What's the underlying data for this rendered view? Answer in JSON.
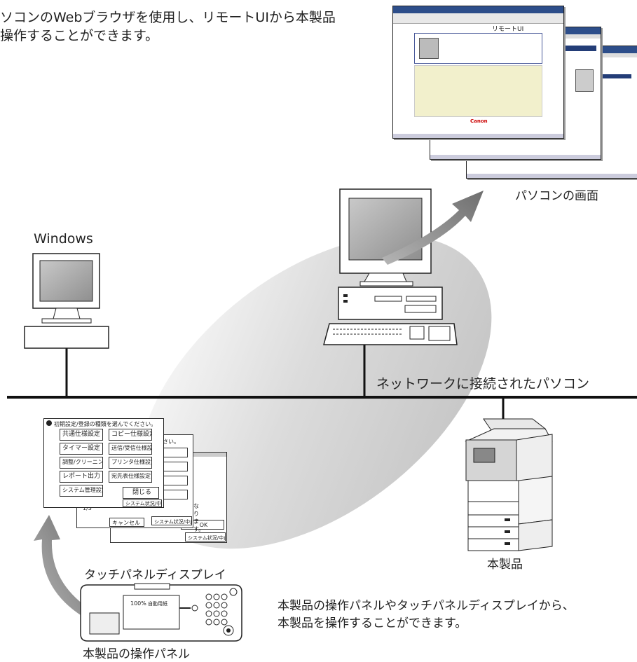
{
  "intro": {
    "line1": "ソコンのWebブラウザを使用し、リモートUIから本製品",
    "line2": "操作することができます。"
  },
  "labels": {
    "pc_screen": "パソコンの画面",
    "windows": "Windows",
    "network_pc": "ネットワークに接続されたパソコン",
    "device": "本製品",
    "touch_display": "タッチパネルディスプレイ",
    "control_panel": "本製品の操作パネル",
    "bottom_line1": "本製品の操作パネルやタッチパネルディスプレイから、",
    "bottom_line2": "本製品を操作することができます。"
  },
  "remote_ui": {
    "title": "リモートUI",
    "brand": "Canon"
  },
  "touch_panel": {
    "prompt": "初期設定/登録の種類を選んでください。",
    "buttons": [
      "共通仕様設定",
      "コピー仕様設定",
      "タイマー設定",
      "送信/受信仕様設定",
      "調整/クリーニング",
      "プリンタ仕様設定",
      "レポート出力",
      "宛先表仕様設定",
      "システム管理設定"
    ],
    "close": "閉じる",
    "system_status": "システム状況/中止",
    "back_frag": "さい。",
    "back_ok": "OK",
    "back_cancel": "キャンセル",
    "back_note": "なります。",
    "back_counter": "1/3"
  },
  "panel_display": {
    "zoom": "100%",
    "mode": "自動用紙"
  },
  "colors": {
    "ellipse": "#cfcfcf",
    "arrow": "#7d7d7d",
    "canon_red": "#cc0000",
    "screen_gray": "#9a9a9a"
  }
}
